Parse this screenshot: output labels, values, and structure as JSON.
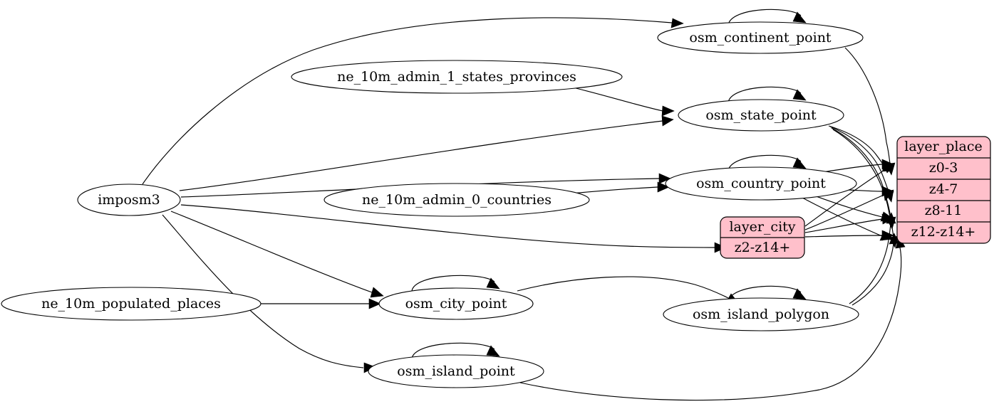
{
  "diagram": {
    "type": "directed-graph",
    "title": "",
    "background": "#ffffff",
    "record_fill": "#ffc0cb",
    "ellipse_fill": "#ffffff",
    "stroke": "#000000"
  },
  "nodes": {
    "imposm3": {
      "label": "imposm3",
      "shape": "ellipse"
    },
    "ne_admin1": {
      "label": "ne_10m_admin_1_states_provinces",
      "shape": "ellipse"
    },
    "ne_admin0": {
      "label": "ne_10m_admin_0_countries",
      "shape": "ellipse"
    },
    "ne_populated": {
      "label": "ne_10m_populated_places",
      "shape": "ellipse"
    },
    "osm_continent_point": {
      "label": "osm_continent_point",
      "shape": "ellipse"
    },
    "osm_state_point": {
      "label": "osm_state_point",
      "shape": "ellipse"
    },
    "osm_country_point": {
      "label": "osm_country_point",
      "shape": "ellipse"
    },
    "osm_city_point": {
      "label": "osm_city_point",
      "shape": "ellipse"
    },
    "osm_island_point": {
      "label": "osm_island_point",
      "shape": "ellipse"
    },
    "osm_island_polygon": {
      "label": "osm_island_polygon",
      "shape": "ellipse"
    }
  },
  "records": {
    "layer_city": {
      "title": "layer_city",
      "rows": [
        "z2-z14+"
      ]
    },
    "layer_place": {
      "title": "layer_place",
      "rows": [
        "z0-3",
        "z4-7",
        "z8-11",
        "z12-z14+"
      ]
    }
  }
}
